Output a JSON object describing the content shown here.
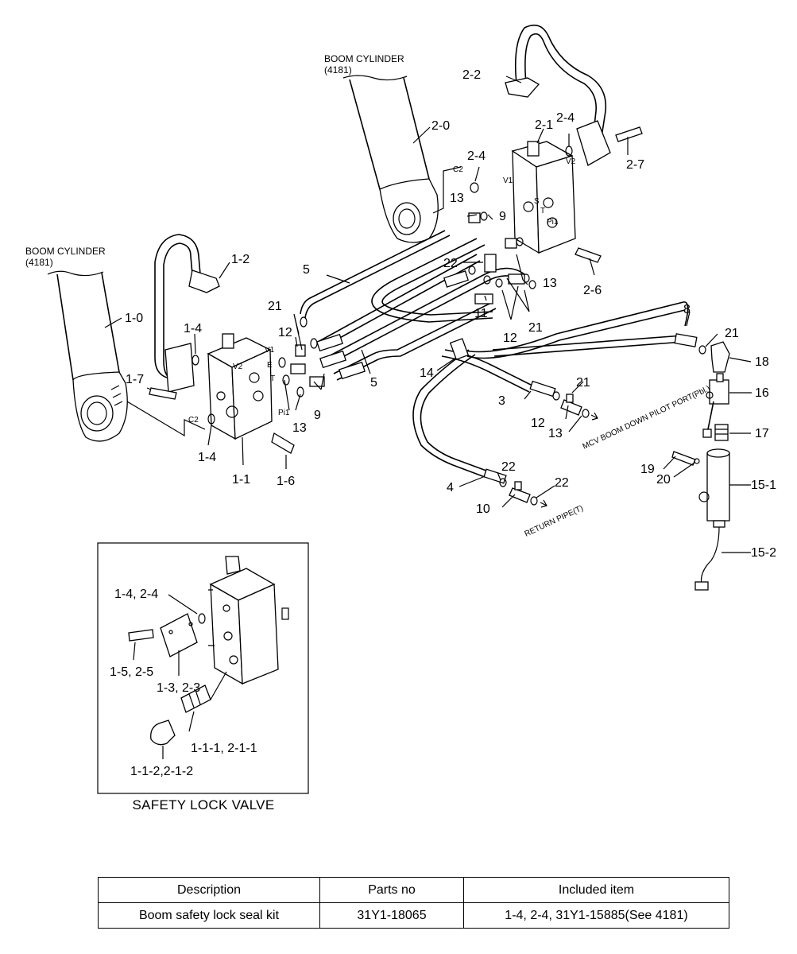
{
  "labels": {
    "boom_cylinder_left": "BOOM CYLINDER",
    "boom_cylinder_left_ref": "(4181)",
    "boom_cylinder_right": "BOOM CYLINDER",
    "boom_cylinder_right_ref": "(4181)",
    "p1_0": "1-0",
    "p1_1": "1-1",
    "p1_2": "1-2",
    "p1_4a": "1-4",
    "p1_4b": "1-4",
    "p1_6": "1-6",
    "p1_7": "1-7",
    "p2_0": "2-0",
    "p2_1": "2-1",
    "p2_2": "2-2",
    "p2_4a": "2-4",
    "p2_4b": "2-4",
    "p2_6": "2-6",
    "p2_7": "2-7",
    "p3": "3",
    "p4": "4",
    "p5a": "5",
    "p5b": "5",
    "p8": "8",
    "p9a": "9",
    "p9b": "9",
    "p10": "10",
    "p11": "11",
    "p12a": "12",
    "p12b": "12",
    "p12c": "12",
    "p13a": "13",
    "p13b": "13",
    "p13c": "13",
    "p13d": "13",
    "p14": "14",
    "p15_1": "15-1",
    "p15_2": "15-2",
    "p16": "16",
    "p17": "17",
    "p18": "18",
    "p19": "19",
    "p20": "20",
    "p21a": "21",
    "p21b": "21",
    "p21c": "21",
    "p21d": "21",
    "p22a": "22",
    "p22b": "22",
    "p22c": "22",
    "port_v1": "V1",
    "port_v2": "V2",
    "port_e": "E",
    "port_t": "T",
    "port_pi1": "Pi1",
    "port_c2": "C2",
    "port_v1_r": "V1",
    "port_v2_r": "V2",
    "port_s_r": "S",
    "port_t_r": "T",
    "port_pi1_r": "Pi1",
    "port_c2_r": "C2",
    "mcv_note": "MCV BOOM DOWN PILOT PORT(Pbl.)",
    "return_note": "RETURN PIPE(T)"
  },
  "detail": {
    "caption": "SAFETY LOCK VALVE",
    "l_1_4_2_4": "1-4, 2-4",
    "l_1_5_2_5": "1-5, 2-5",
    "l_1_3_2_3": "1-3, 2-3",
    "l_1_1_1": "1-1-1, 2-1-1",
    "l_1_1_2": "1-1-2,2-1-2"
  },
  "table": {
    "headers": [
      "Description",
      "Parts no",
      "Included item"
    ],
    "row": [
      "Boom safety lock seal kit",
      "31Y1-18065",
      "1-4, 2-4, 31Y1-15885(See 4181)"
    ]
  }
}
